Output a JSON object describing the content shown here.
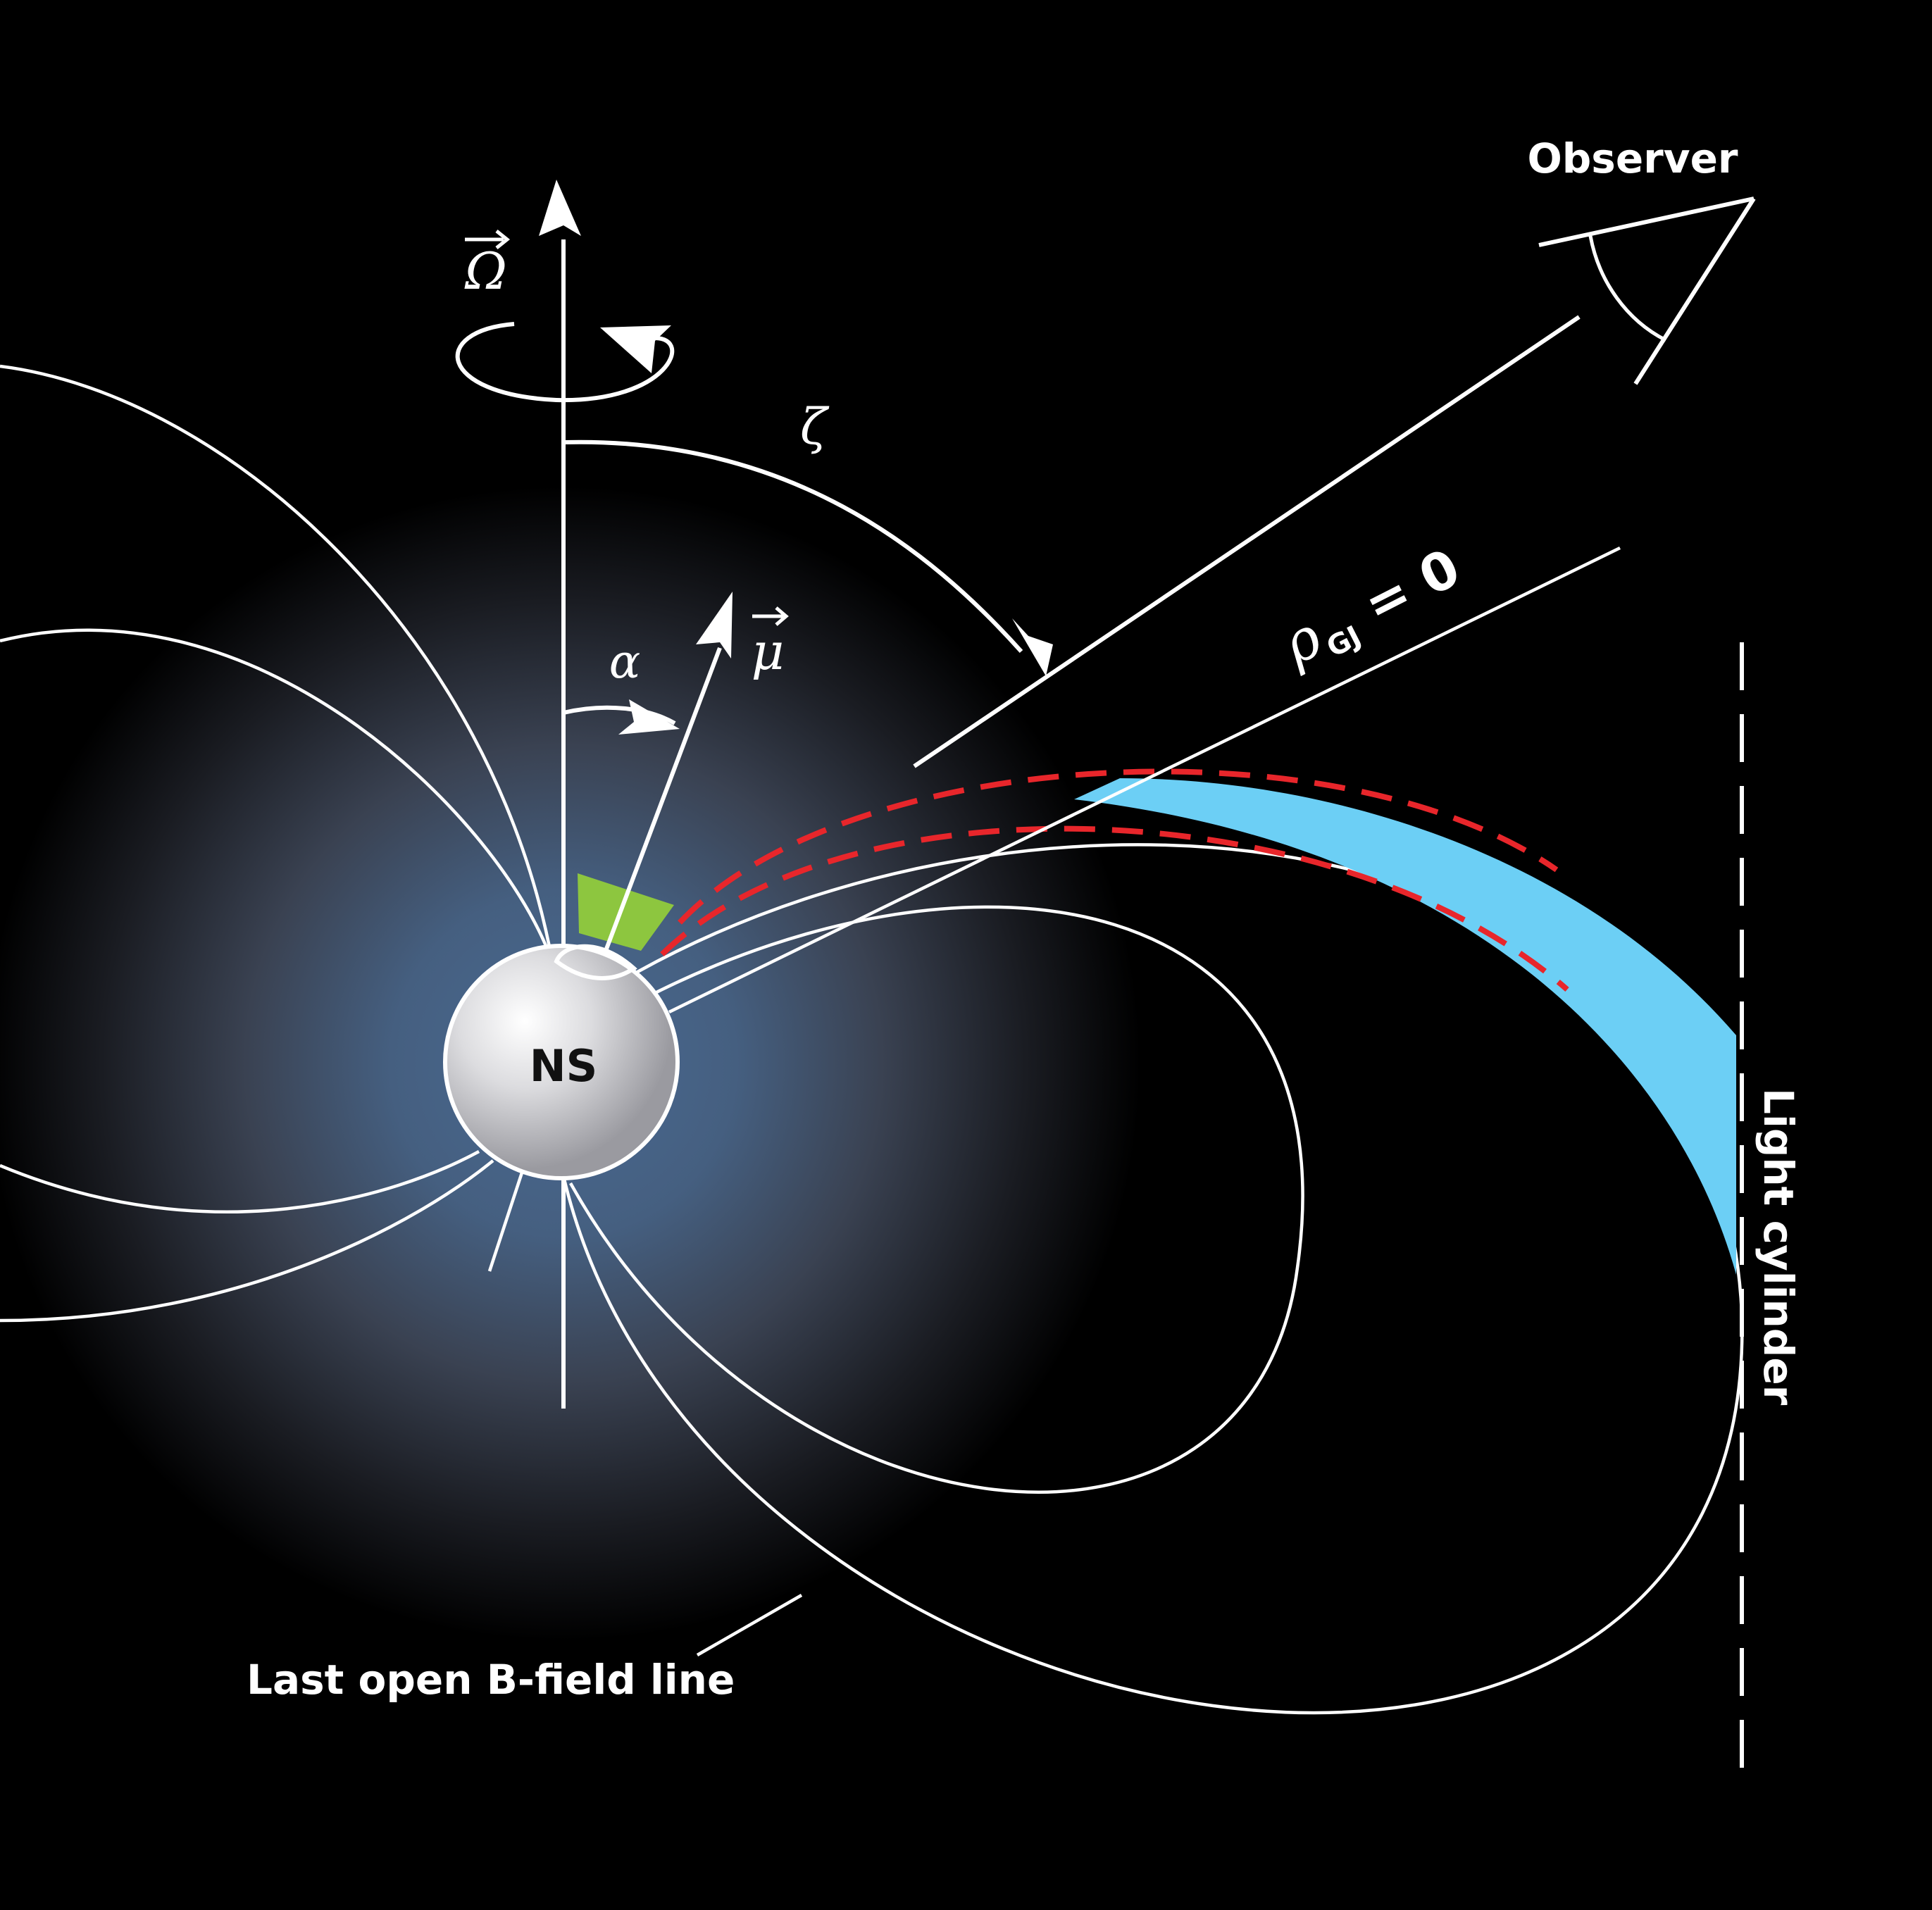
{
  "labels": {
    "observer": "Observer",
    "omega": "Ω",
    "zeta": "ζ",
    "alpha": "α",
    "mu": "μ",
    "rho": "ρ",
    "rho_sub": "GJ",
    "rho_eq": "= 0",
    "ns": "NS",
    "light_cylinder": "Light cylinder",
    "last_open": "Last open B-field line"
  },
  "colors": {
    "background": "#000000",
    "glow": "#4a6a92",
    "star": "#c8c8cc",
    "gap_region": "#6ccff5",
    "polar_cap": "#8dc63f",
    "null_boundary": "#e8262b",
    "lines": "#ffffff"
  },
  "icons": [
    "rotation-arrow-icon",
    "eye-icon"
  ]
}
